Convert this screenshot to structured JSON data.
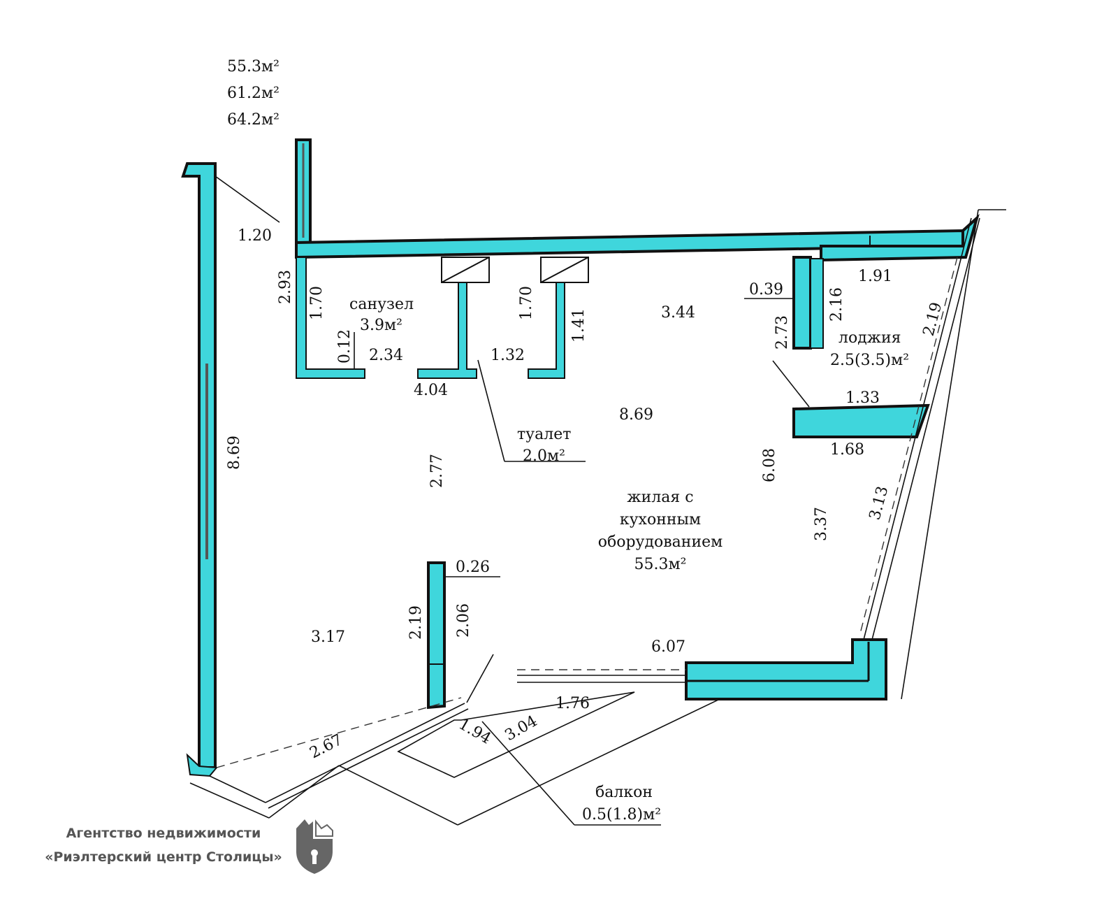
{
  "areas": {
    "living": "55.3м²",
    "total": "61.2м²",
    "total_with_coef": "64.2м²"
  },
  "rooms": {
    "bathroom": {
      "name": "санузел",
      "area": "3.9м²"
    },
    "toilet": {
      "name": "туалет",
      "area": "2.0м²"
    },
    "living": {
      "name1": "жилая с",
      "name2": "кухонным",
      "name3": "оборудованием",
      "area": "55.3м²"
    },
    "loggia": {
      "name": "лоджия",
      "area": "2.5(3.5)м²"
    },
    "balcony": {
      "name": "балкон",
      "area": "0.5(1.8)м²"
    }
  },
  "dimensions": {
    "d120": "1.20",
    "d293": "2.93",
    "d170a": "1.70",
    "d012": "0.12",
    "d234": "2.34",
    "d404": "4.04",
    "d170b": "1.70",
    "d141": "1.41",
    "d132": "1.32",
    "d344": "3.44",
    "d039": "0.39",
    "d216": "2.16",
    "d191": "1.91",
    "d219a": "2.19",
    "d273": "2.73",
    "d133": "1.33",
    "d168": "1.68",
    "d869a": "8.69",
    "d869b": "8.69",
    "d277": "2.77",
    "d608": "6.08",
    "d313": "3.13",
    "d337": "3.37",
    "d026": "0.26",
    "d219b": "2.19",
    "d206": "2.06",
    "d317": "3.17",
    "d607": "6.07",
    "d176": "1.76",
    "d194": "1.94",
    "d304": "3.04",
    "d267": "2.67"
  },
  "logo": {
    "line1": "Агентство недвижимости",
    "line2": "«Риэлтерский центр Столицы»"
  },
  "colors": {
    "wall": "#3fd6dc",
    "line": "#111111"
  }
}
